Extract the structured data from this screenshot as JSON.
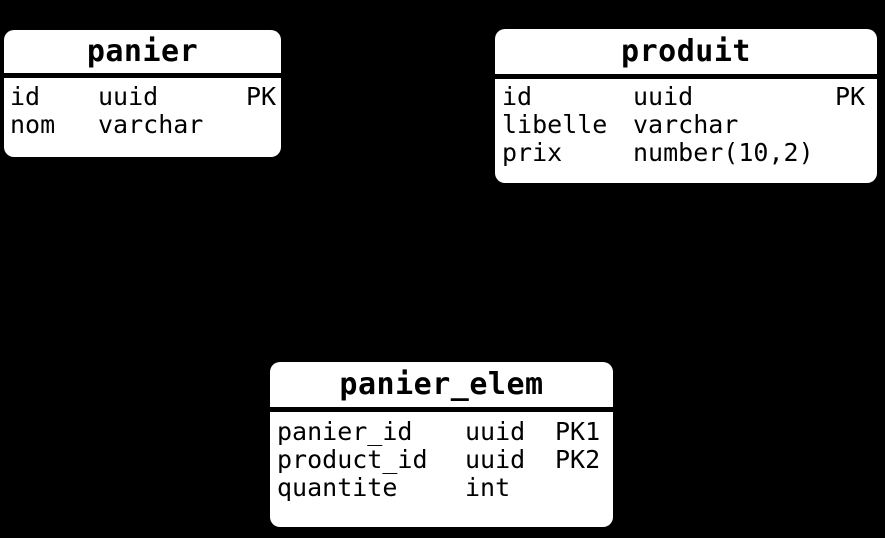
{
  "diagram": {
    "type": "entity-relationship",
    "background_color": "#000000",
    "entity_fill_color": "#ffffff",
    "entity_text_color": "#000000",
    "tables": [
      {
        "title": "panier",
        "columns": [
          {
            "name": "id",
            "type": "uuid",
            "key": "PK"
          },
          {
            "name": "nom",
            "type": "varchar",
            "key": ""
          }
        ]
      },
      {
        "title": "produit",
        "columns": [
          {
            "name": "id",
            "type": "uuid",
            "key": "PK"
          },
          {
            "name": "libelle",
            "type": "varchar",
            "key": ""
          },
          {
            "name": "prix",
            "type": "number(10,2)",
            "key": ""
          }
        ]
      },
      {
        "title": "panier_elem",
        "columns": [
          {
            "name": "panier_id",
            "type": "uuid",
            "key": "PK1"
          },
          {
            "name": "product_id",
            "type": "uuid",
            "key": "PK2"
          },
          {
            "name": "quantite",
            "type": "int",
            "key": ""
          }
        ]
      }
    ]
  }
}
